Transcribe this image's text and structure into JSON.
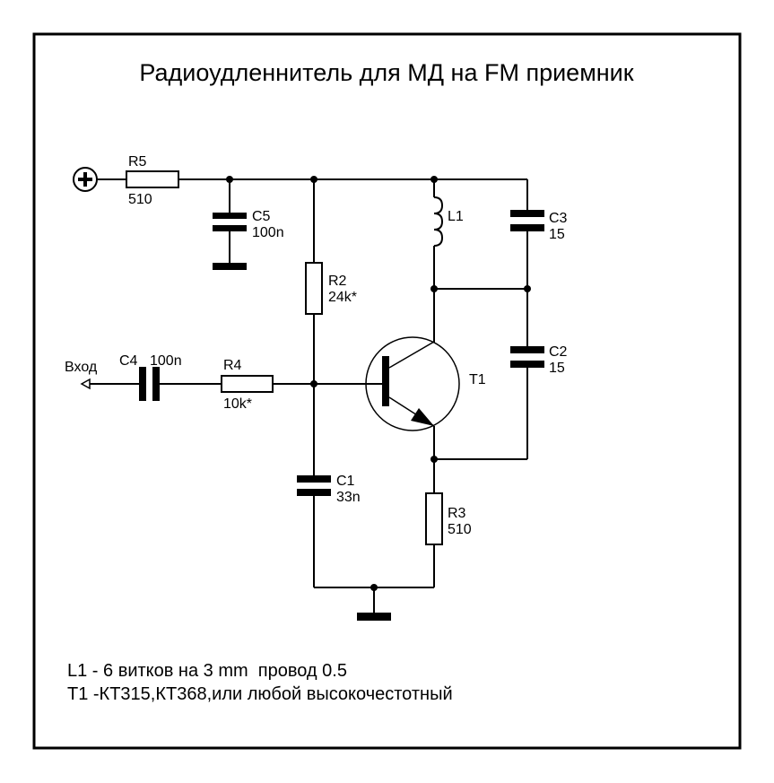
{
  "title": "Радиоудленнитель для МД на FM приемник",
  "power_terminal": {
    "symbol": "plus-terminal-icon"
  },
  "input_terminal": {
    "label": "Вход",
    "symbol": "input-arrow-icon"
  },
  "components": {
    "R5": {
      "ref": "R5",
      "value": "510"
    },
    "C5": {
      "ref": "C5",
      "value": "100n"
    },
    "R2": {
      "ref": "R2",
      "value": "24k*"
    },
    "L1": {
      "ref": "L1"
    },
    "C3": {
      "ref": "C3",
      "value": "15"
    },
    "C2": {
      "ref": "C2",
      "value": "15"
    },
    "C4": {
      "ref": "C4",
      "value": "100n"
    },
    "R4": {
      "ref": "R4",
      "value": "10k*"
    },
    "T1": {
      "ref": "T1"
    },
    "C1": {
      "ref": "C1",
      "value": "33n"
    },
    "R3": {
      "ref": "R3",
      "value": "510"
    }
  },
  "notes": [
    "L1 - 6 витков на 3 mm  провод 0.5",
    "T1 -КТ315,КТ368,или любой высокочестотный"
  ]
}
